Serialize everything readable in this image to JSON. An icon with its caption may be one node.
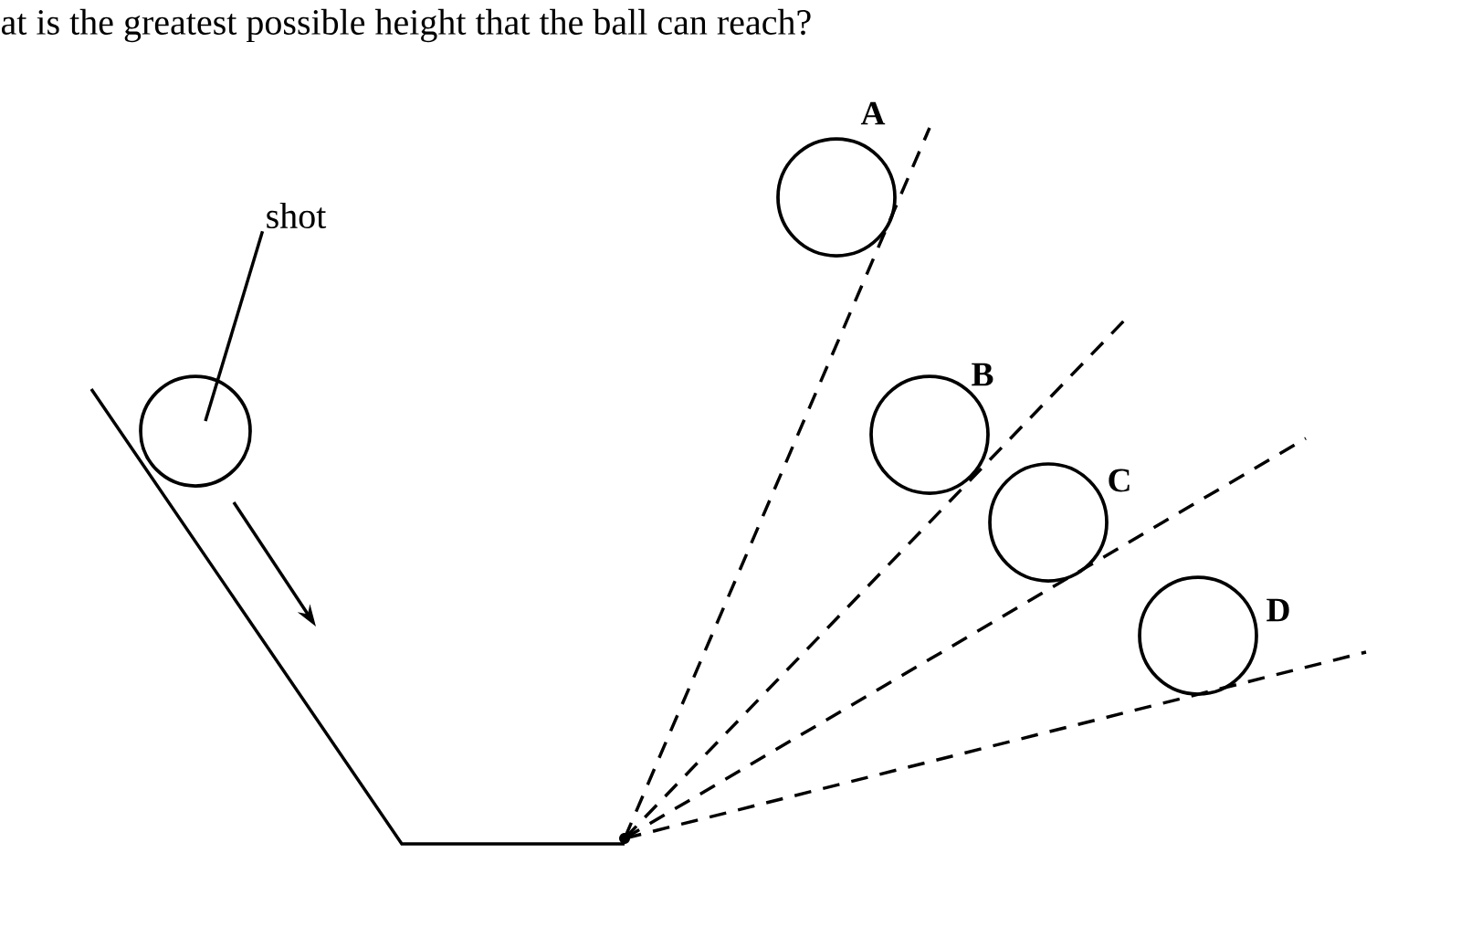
{
  "diagram": {
    "nodes": [
      {
        "text": [
          "shot"
        ]
      },
      {
        "text": [],
        "shape": "circle"
      },
      {
        "text": [],
        "shape": "circle",
        "beside": [
          "A"
        ]
      },
      {
        "text": [],
        "shape": "circle",
        "beside": [
          "B"
        ]
      },
      {
        "text": [],
        "shape": "circle",
        "beside": [
          "C"
        ]
      },
      {
        "text": [],
        "shape": "circle",
        "beside": [
          "D"
        ]
      }
    ],
    "edges": [
      {
        "from": 0,
        "to": 1,
        "arrow": "none"
      }
    ],
    "labels": [
      "at is the greatest possible height that the ball can reach?"
    ]
  }
}
